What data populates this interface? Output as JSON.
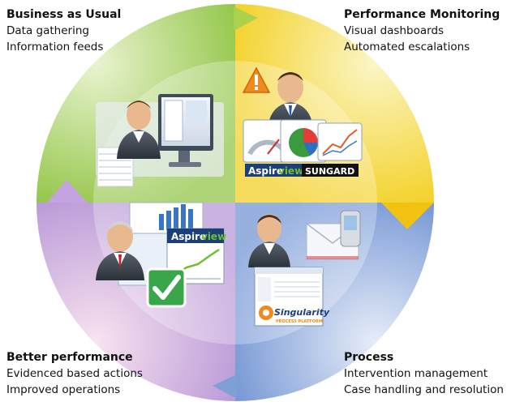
{
  "quadrants": {
    "top_left": {
      "title": "Business as Usual",
      "lines": [
        "Data gathering",
        "Information feeds"
      ]
    },
    "top_right": {
      "title": "Performance Monitoring",
      "lines": [
        "Visual dashboards",
        "Automated escalations"
      ]
    },
    "bottom_left": {
      "title": "Better performance",
      "lines": [
        "Evidenced based actions",
        "Improved operations"
      ]
    },
    "bottom_right": {
      "title": "Process",
      "lines": [
        "Intervention management",
        "Case handling and resolution"
      ]
    }
  },
  "logos": {
    "aspire_a": "Aspire",
    "aspire_b": "view",
    "sungard": "SUNGARD",
    "singularity": "Singularity",
    "singularity_sub": "PROCESS PLATFORM"
  },
  "colors": {
    "green": "#9cc84a",
    "yellow": "#f5dc2e",
    "blue": "#7f9fd6",
    "purple": "#b79ad8",
    "pink": "#e6a8cf",
    "aspire_blue": "#2a6ebd",
    "aspire_green": "#6fbf2e",
    "check_green": "#3aa64a",
    "warning_orange": "#f08a1c"
  }
}
